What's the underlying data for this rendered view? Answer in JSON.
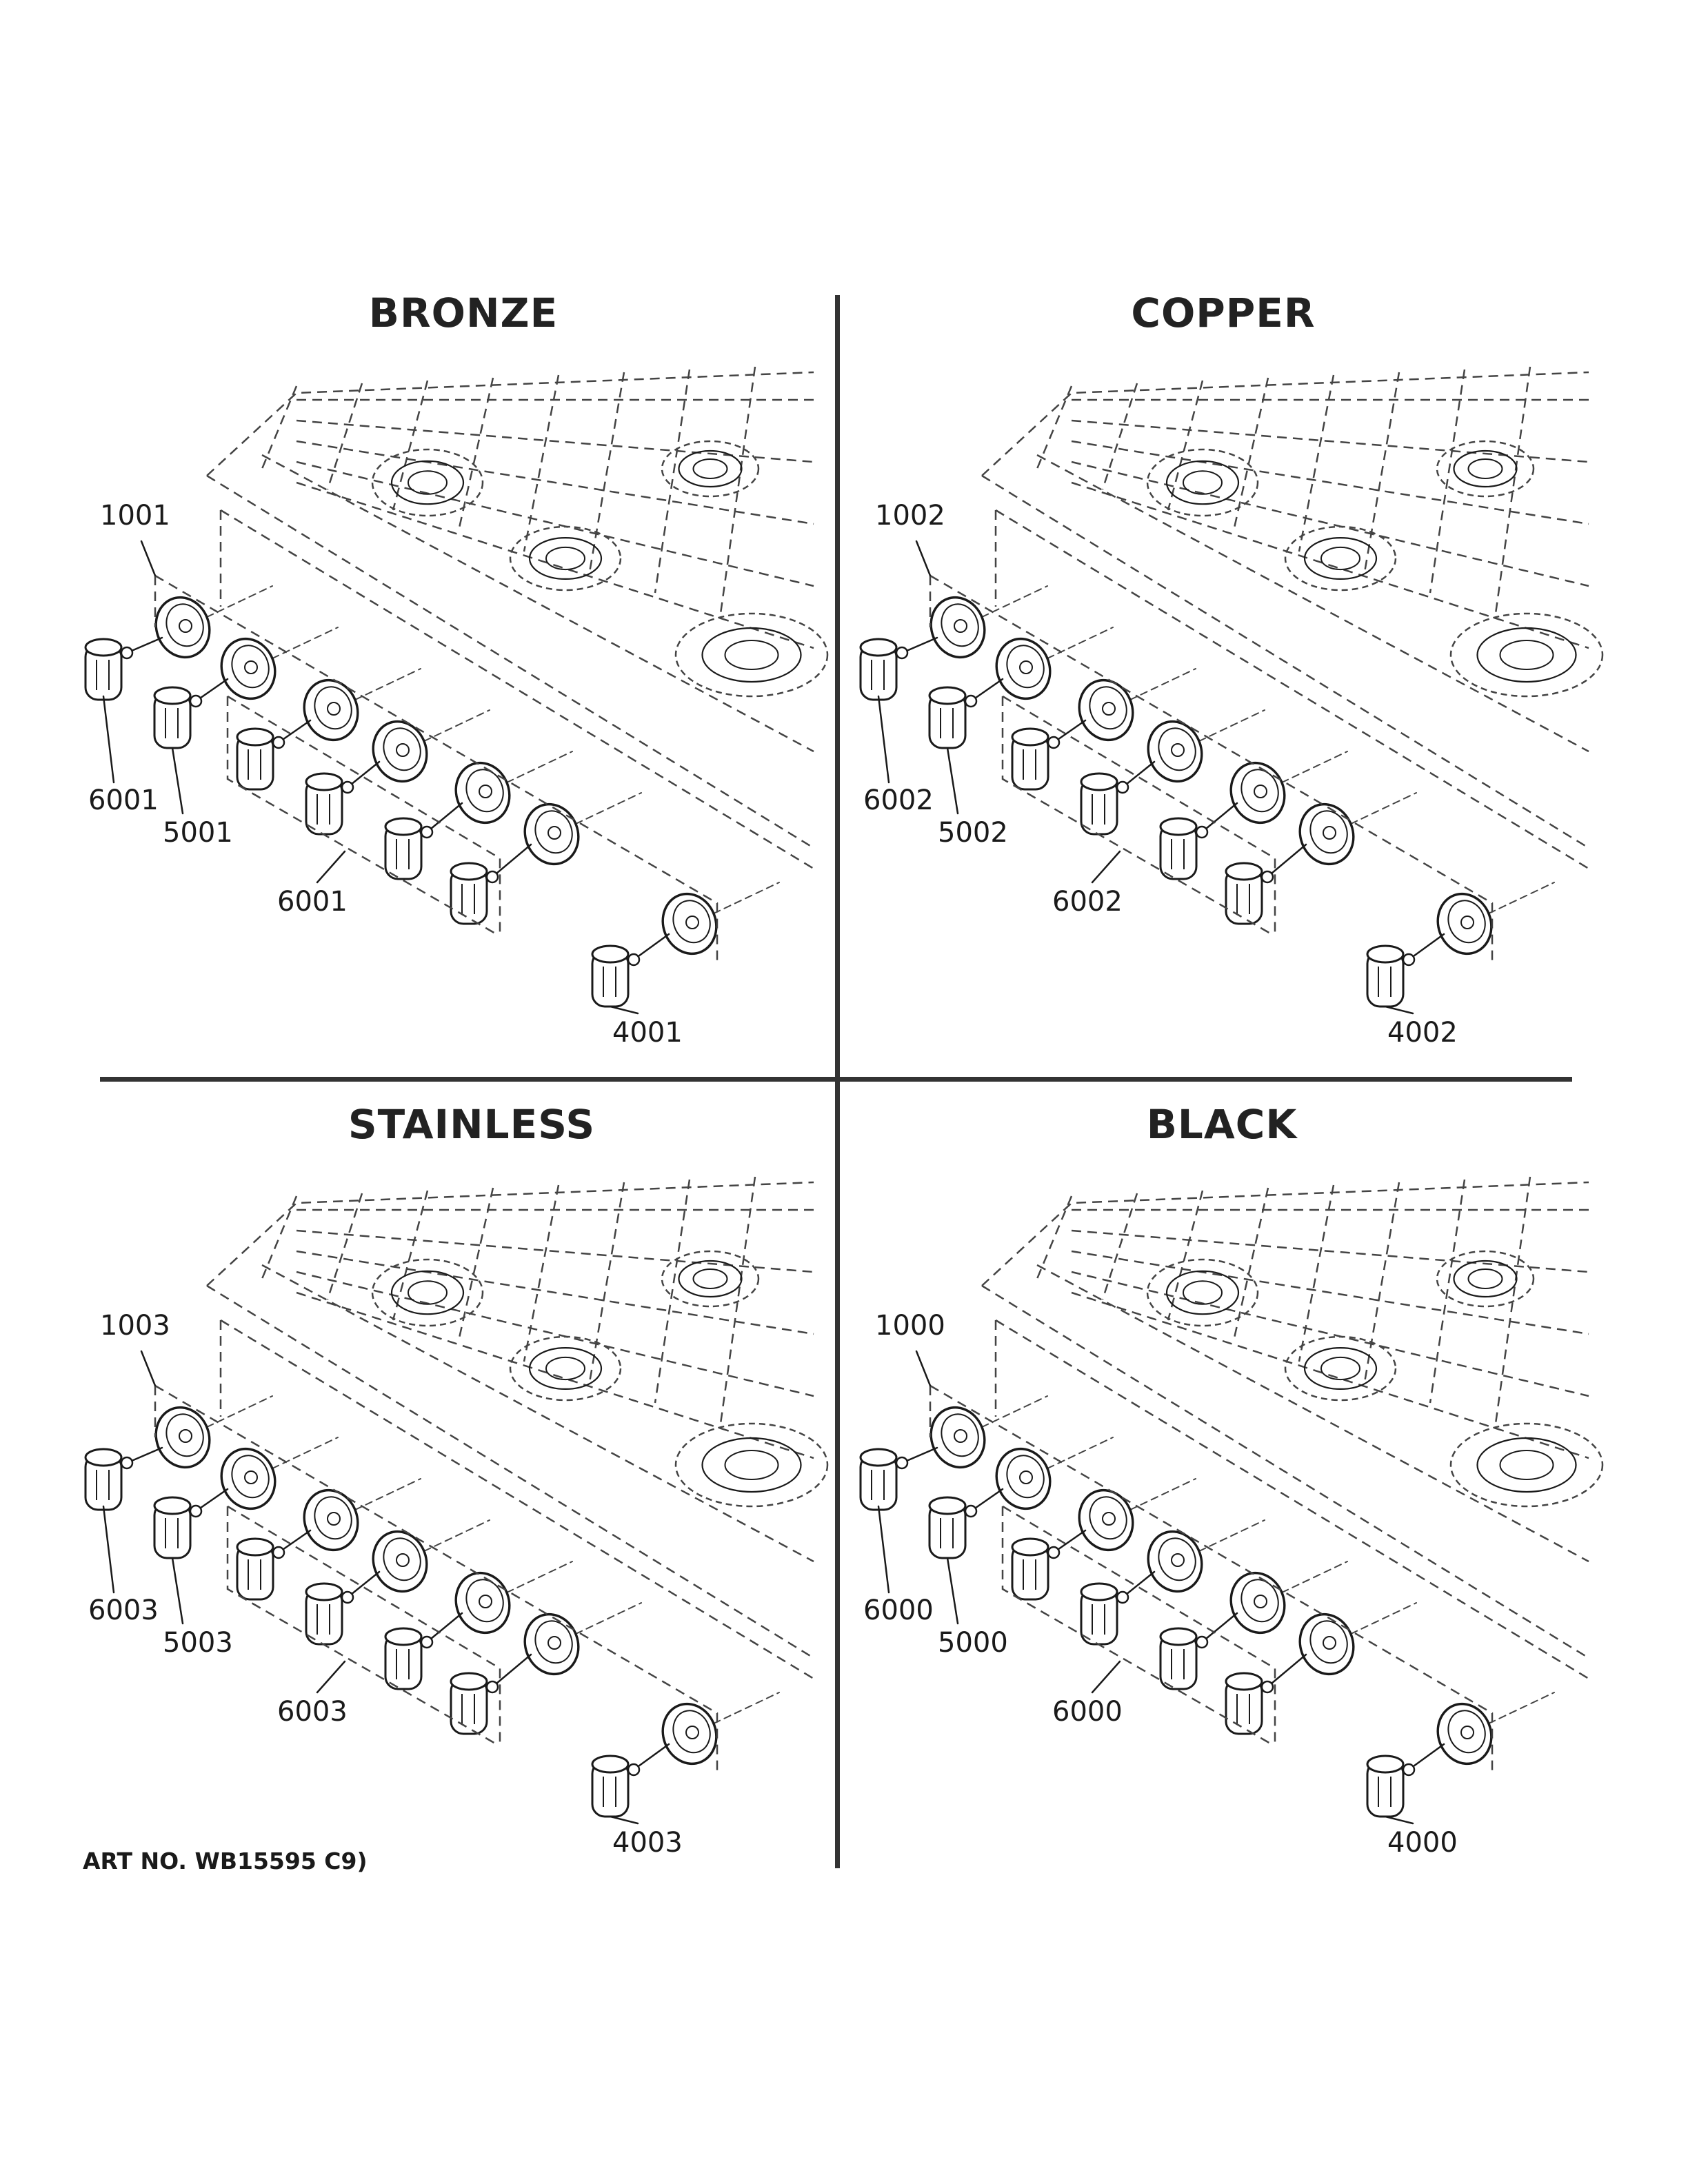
{
  "quadrants": [
    {
      "title": "BRONZE",
      "callouts": {
        "top_knob_group": "1001",
        "left_knob": "6001",
        "second_knob": "5001",
        "middle_group": "6001",
        "right_knob": "4001"
      }
    },
    {
      "title": "COPPER",
      "callouts": {
        "top_knob_group": "1002",
        "left_knob": "6002",
        "second_knob": "5002",
        "middle_group": "6002",
        "right_knob": "4002"
      }
    },
    {
      "title": "STAINLESS",
      "callouts": {
        "top_knob_group": "1003",
        "left_knob": "6003",
        "second_knob": "5003",
        "middle_group": "6003",
        "right_knob": "4003"
      }
    },
    {
      "title": "BLACK",
      "callouts": {
        "top_knob_group": "1000",
        "left_knob": "6000",
        "second_knob": "5000",
        "middle_group": "6000",
        "right_knob": "4000"
      }
    }
  ],
  "art_number": "ART NO. WB15595 C9)",
  "line_color": "#1a1a1a",
  "dash_color": "#444444"
}
